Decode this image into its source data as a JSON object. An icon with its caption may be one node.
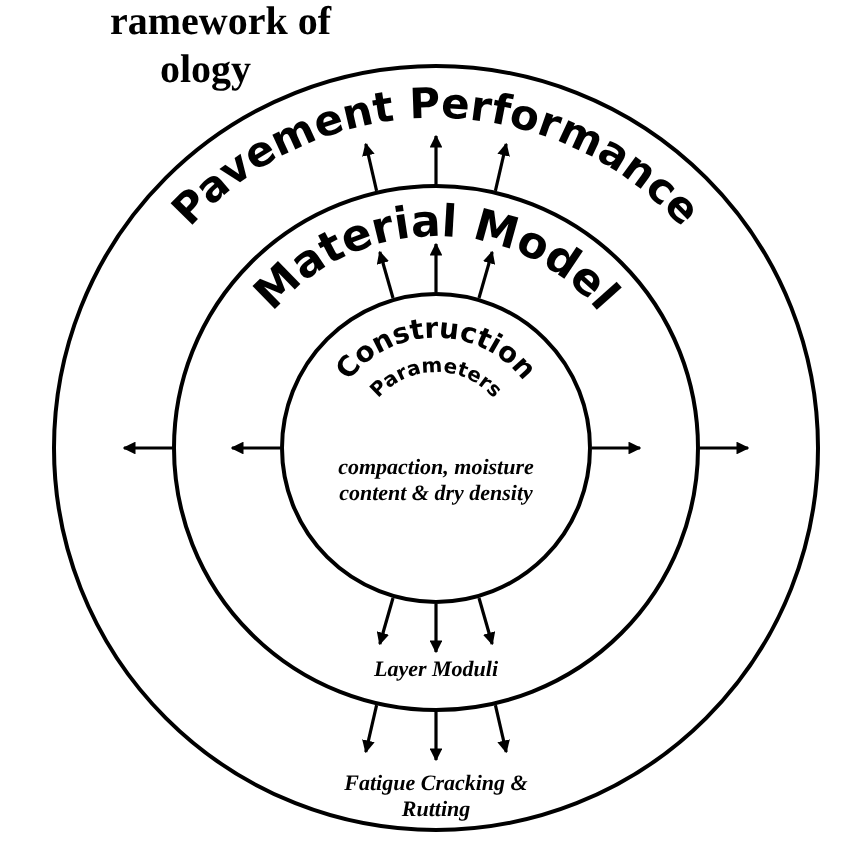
{
  "diagram": {
    "nodes": [
      {
        "text": [
          "Pavement Performance",
          "Fatigue Cracking & Rutting"
        ]
      },
      {
        "text": [
          "Material Model",
          "Layer Moduli"
        ],
        "in": 0
      },
      {
        "text": [
          "Construction",
          "Parameters",
          "compaction, moisture content & dry density"
        ],
        "in": 1
      }
    ],
    "edges": [
      {
        "from": 2,
        "to": null,
        "arrow": "to"
      },
      {
        "from": 2,
        "to": null,
        "arrow": "to"
      },
      {
        "from": 2,
        "to": null,
        "arrow": "to"
      },
      {
        "from": 2,
        "to": null,
        "arrow": "to"
      },
      {
        "from": 2,
        "to": null,
        "arrow": "to"
      },
      {
        "from": 2,
        "to": null,
        "arrow": "to"
      },
      {
        "from": 2,
        "to": null,
        "arrow": "to"
      },
      {
        "from": 2,
        "to": null,
        "arrow": "to"
      },
      {
        "from": 1,
        "to": null,
        "arrow": "to"
      },
      {
        "from": 1,
        "to": null,
        "arrow": "to"
      },
      {
        "from": 1,
        "to": null,
        "arrow": "to"
      },
      {
        "from": 1,
        "to": null,
        "arrow": "to"
      },
      {
        "from": 1,
        "to": null,
        "arrow": "to"
      },
      {
        "from": 1,
        "to": null,
        "arrow": "to"
      },
      {
        "from": 1,
        "to": null,
        "arrow": "to"
      },
      {
        "from": 1,
        "to": null,
        "arrow": "to"
      }
    ],
    "labels": [
      "ramework of",
      "ology"
    ]
  }
}
